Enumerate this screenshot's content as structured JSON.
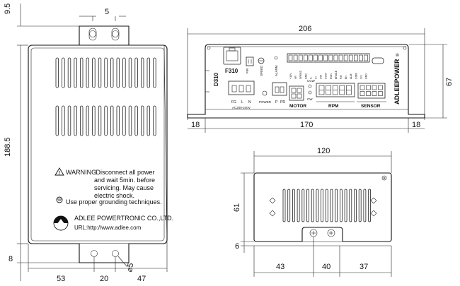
{
  "dimensions": {
    "front_top_hole": "5",
    "front_top_offset": "9.5",
    "front_height": "188.5",
    "front_bottom_offset": "8",
    "front_bottom_left": "53",
    "front_bottom_mid": "20",
    "front_bottom_right": "47",
    "hole_dia": "⌀5",
    "side_width": "206",
    "side_height": "67",
    "side_flange_left": "18",
    "side_center": "170",
    "side_flange_right": "18",
    "bottom_width": "120",
    "bottom_height": "61",
    "bottom_flange": "6",
    "bottom_left": "43",
    "bottom_mid": "40",
    "bottom_right": "37"
  },
  "front_label": {
    "warning_title": "WARNING",
    "warning_line1": ":Disconnect all power",
    "warning_line2": "and wait 5min. before",
    "warning_line3": "servicing. May cause",
    "warning_line4": "electric shock.",
    "ground_text": "Use proper grounding techniques.",
    "company": "ADLEE POWERTRONIC CO.,LTD.",
    "url": "URL:http://www.adlee.com"
  },
  "panel": {
    "model": "D310",
    "sub_model": "F310",
    "speed": "SPEED",
    "alarm": "ALARM",
    "fg": "FG",
    "l": "L",
    "n": "N",
    "ac_range": "AC200-240V",
    "power": "POWER",
    "p": "P",
    "pr": "PR",
    "motor": "MOTOR",
    "rpm": "RPM",
    "sensor": "SENSOR",
    "ccw": "CCW",
    "cw": "CW",
    "brand": "ADLEEPOWER",
    "registered": "®",
    "pin_labels": [
      "+10V",
      "VR",
      "SPEED",
      "GND",
      "S-",
      "S+",
      "CW",
      "CCW",
      "RUN",
      "BRAKE",
      "F/R",
      "EN",
      "ALM",
      "COM",
      "Vcc",
      "GND"
    ]
  }
}
